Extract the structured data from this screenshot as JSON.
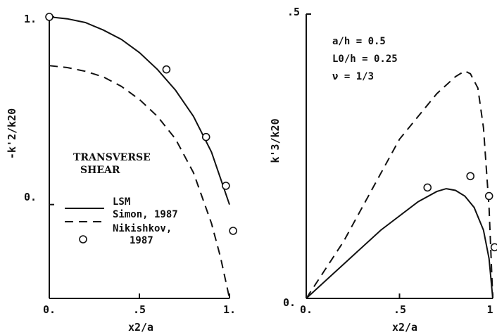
{
  "chart_data": [
    {
      "type": "line",
      "xlabel": "x2/a",
      "ylabel": "-k'2/k20",
      "xlim": [
        0,
        1
      ],
      "ylim": [
        -0.5,
        1
      ],
      "x_ticks": [
        {
          "value": 0,
          "label": "0."
        },
        {
          "value": 0.5,
          "label": ".5"
        },
        {
          "value": 1,
          "label": "1."
        }
      ],
      "y_ticks": [
        {
          "value": 1,
          "label": "1."
        },
        {
          "value": 0,
          "label": "0."
        }
      ],
      "legend": {
        "title_lines": [
          "TRANSVERSE",
          "SHEAR"
        ],
        "entries": [
          {
            "style": "solid",
            "lines": [
              "LSM"
            ]
          },
          {
            "style": "dashed",
            "lines": [
              "Simon, 1987"
            ]
          },
          {
            "style": "marker",
            "lines": [
              "Nikishkov,",
              "1987"
            ]
          }
        ]
      },
      "series": [
        {
          "style": "solid",
          "x": [
            0,
            0.1,
            0.2,
            0.3,
            0.4,
            0.5,
            0.6,
            0.7,
            0.8,
            0.9,
            1.0
          ],
          "y": [
            1.0,
            0.99,
            0.97,
            0.93,
            0.88,
            0.81,
            0.72,
            0.61,
            0.47,
            0.28,
            0.0
          ]
        },
        {
          "style": "dashed",
          "x": [
            0,
            0.1,
            0.2,
            0.3,
            0.4,
            0.5,
            0.6,
            0.7,
            0.8,
            0.9,
            0.95,
            1.0
          ],
          "y": [
            0.74,
            0.73,
            0.71,
            0.68,
            0.63,
            0.56,
            0.47,
            0.35,
            0.17,
            -0.1,
            -0.28,
            -0.5
          ]
        },
        {
          "style": "marker",
          "x": [
            0.0,
            0.65,
            0.87,
            0.98,
            1.02
          ],
          "y": [
            1.0,
            0.72,
            0.36,
            0.1,
            -0.14
          ]
        }
      ]
    },
    {
      "type": "line",
      "xlabel": "x2/a",
      "ylabel": "k'3/k20",
      "xlim": [
        0,
        1
      ],
      "ylim": [
        0,
        0.5
      ],
      "x_ticks": [
        {
          "value": 0,
          "label": "0."
        },
        {
          "value": 0.5,
          "label": ".5"
        },
        {
          "value": 1,
          "label": "1"
        }
      ],
      "y_ticks": [
        {
          "value": 0.5,
          "label": ".5"
        },
        {
          "value": 0,
          "label": "0."
        }
      ],
      "notes": [
        "a/h = 0.5",
        "L0/h = 0.25",
        "ν = 1/3"
      ],
      "series": [
        {
          "style": "solid",
          "x": [
            0,
            0.2,
            0.4,
            0.6,
            0.7,
            0.75,
            0.8,
            0.85,
            0.9,
            0.95,
            0.98,
            1.0
          ],
          "y": [
            0,
            0.06,
            0.12,
            0.17,
            0.188,
            0.193,
            0.19,
            0.18,
            0.16,
            0.12,
            0.07,
            0.0
          ]
        },
        {
          "style": "dashed",
          "x": [
            0,
            0.1,
            0.2,
            0.3,
            0.4,
            0.5,
            0.6,
            0.7,
            0.8,
            0.85,
            0.88,
            0.92,
            0.95,
            0.98,
            1.0
          ],
          "y": [
            0,
            0.05,
            0.1,
            0.16,
            0.22,
            0.28,
            0.32,
            0.36,
            0.39,
            0.4,
            0.395,
            0.37,
            0.3,
            0.16,
            0.0
          ]
        },
        {
          "style": "marker",
          "x": [
            0.65,
            0.88,
            0.98,
            1.01
          ],
          "y": [
            0.195,
            0.215,
            0.18,
            0.09
          ]
        }
      ]
    }
  ]
}
